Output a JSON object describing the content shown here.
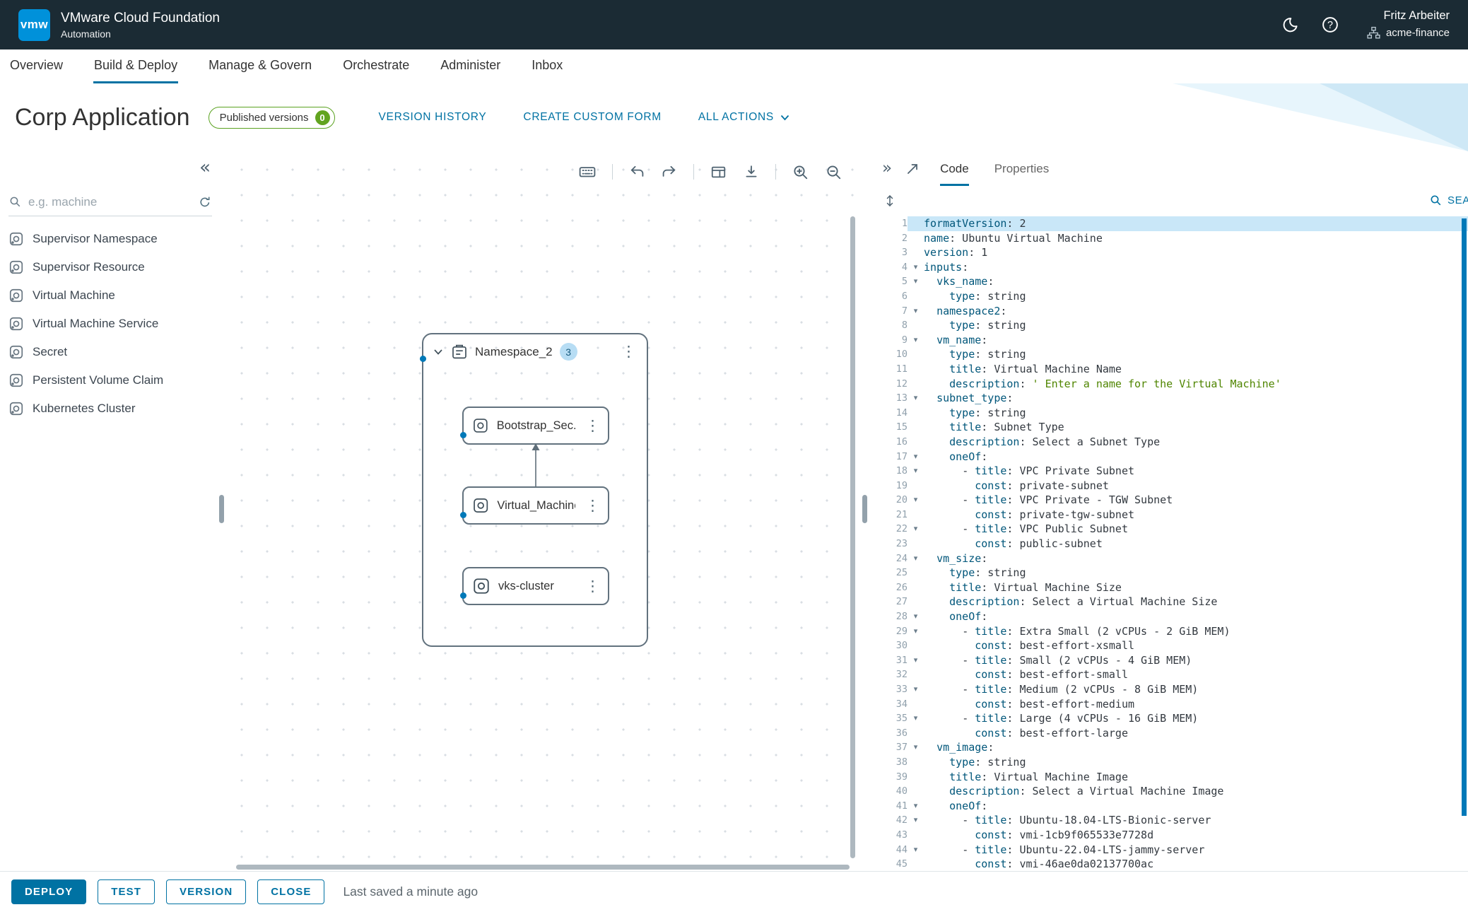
{
  "colors": {
    "header_bg": "#1b2b34",
    "brand_blue": "#0091da",
    "accent_blue": "#0072a3",
    "badge_green": "#62a420",
    "selection_blue": "#c9e7f8",
    "code_key": "#00567a",
    "code_string": "#4f8500",
    "node_border": "#62727e",
    "connector_dot": "#0079b8",
    "code_scrollbar": "#0079b8"
  },
  "header": {
    "logo_text": "vmw",
    "product": "VMware Cloud Foundation",
    "subtitle": "Automation",
    "user_name": "Fritz Arbeiter",
    "org_name": "acme-finance"
  },
  "nav": {
    "items": [
      {
        "label": "Overview",
        "active": false
      },
      {
        "label": "Build & Deploy",
        "active": true
      },
      {
        "label": "Manage & Govern",
        "active": false
      },
      {
        "label": "Orchestrate",
        "active": false
      },
      {
        "label": "Administer",
        "active": false
      },
      {
        "label": "Inbox",
        "active": false
      }
    ]
  },
  "page": {
    "title": "Corp Application",
    "published_badge": {
      "label": "Published versions",
      "count": "0"
    },
    "action_links": [
      "VERSION HISTORY",
      "CREATE CUSTOM FORM"
    ],
    "dropdown_label": "ALL ACTIONS"
  },
  "palette": {
    "search_placeholder": "e.g. machine",
    "items": [
      "Supervisor Namespace",
      "Supervisor Resource",
      "Virtual Machine",
      "Virtual Machine Service",
      "Secret",
      "Persistent Volume Claim",
      "Kubernetes Cluster"
    ]
  },
  "canvas": {
    "group_label": "Namespace_2",
    "group_count": "3",
    "nodes": [
      "Bootstrap_Sec...",
      "Virtual_Machine",
      "vks-cluster"
    ]
  },
  "code_panel": {
    "tabs": [
      {
        "label": "Code",
        "active": true
      },
      {
        "label": "Properties",
        "active": false
      }
    ],
    "search_label": "SEARCH",
    "active_line": 1,
    "lines": [
      {
        "n": 1,
        "t": "formatVersion: 2",
        "fold": false
      },
      {
        "n": 2,
        "t": "name: Ubuntu Virtual Machine",
        "fold": false
      },
      {
        "n": 3,
        "t": "version: 1",
        "fold": false
      },
      {
        "n": 4,
        "t": "inputs:",
        "fold": true
      },
      {
        "n": 5,
        "t": "  vks_name:",
        "fold": true
      },
      {
        "n": 6,
        "t": "    type: string",
        "fold": false
      },
      {
        "n": 7,
        "t": "  namespace2:",
        "fold": true
      },
      {
        "n": 8,
        "t": "    type: string",
        "fold": false
      },
      {
        "n": 9,
        "t": "  vm_name:",
        "fold": true
      },
      {
        "n": 10,
        "t": "    type: string",
        "fold": false
      },
      {
        "n": 11,
        "t": "    title: Virtual Machine Name",
        "fold": false
      },
      {
        "n": 12,
        "t": "    description: ' Enter a name for the Virtual Machine'",
        "fold": false
      },
      {
        "n": 13,
        "t": "  subnet_type:",
        "fold": true
      },
      {
        "n": 14,
        "t": "    type: string",
        "fold": false
      },
      {
        "n": 15,
        "t": "    title: Subnet Type",
        "fold": false
      },
      {
        "n": 16,
        "t": "    description: Select a Subnet Type",
        "fold": false
      },
      {
        "n": 17,
        "t": "    oneOf:",
        "fold": true
      },
      {
        "n": 18,
        "t": "      - title: VPC Private Subnet",
        "fold": true
      },
      {
        "n": 19,
        "t": "        const: private-subnet",
        "fold": false
      },
      {
        "n": 20,
        "t": "      - title: VPC Private - TGW Subnet",
        "fold": true
      },
      {
        "n": 21,
        "t": "        const: private-tgw-subnet",
        "fold": false
      },
      {
        "n": 22,
        "t": "      - title: VPC Public Subnet",
        "fold": true
      },
      {
        "n": 23,
        "t": "        const: public-subnet",
        "fold": false
      },
      {
        "n": 24,
        "t": "  vm_size:",
        "fold": true
      },
      {
        "n": 25,
        "t": "    type: string",
        "fold": false
      },
      {
        "n": 26,
        "t": "    title: Virtual Machine Size",
        "fold": false
      },
      {
        "n": 27,
        "t": "    description: Select a Virtual Machine Size",
        "fold": false
      },
      {
        "n": 28,
        "t": "    oneOf:",
        "fold": true
      },
      {
        "n": 29,
        "t": "      - title: Extra Small (2 vCPUs - 2 GiB MEM)",
        "fold": true
      },
      {
        "n": 30,
        "t": "        const: best-effort-xsmall",
        "fold": false
      },
      {
        "n": 31,
        "t": "      - title: Small (2 vCPUs - 4 GiB MEM)",
        "fold": true
      },
      {
        "n": 32,
        "t": "        const: best-effort-small",
        "fold": false
      },
      {
        "n": 33,
        "t": "      - title: Medium (2 vCPUs - 8 GiB MEM)",
        "fold": true
      },
      {
        "n": 34,
        "t": "        const: best-effort-medium",
        "fold": false
      },
      {
        "n": 35,
        "t": "      - title: Large (4 vCPUs - 16 GiB MEM)",
        "fold": true
      },
      {
        "n": 36,
        "t": "        const: best-effort-large",
        "fold": false
      },
      {
        "n": 37,
        "t": "  vm_image:",
        "fold": true
      },
      {
        "n": 38,
        "t": "    type: string",
        "fold": false
      },
      {
        "n": 39,
        "t": "    title: Virtual Machine Image",
        "fold": false
      },
      {
        "n": 40,
        "t": "    description: Select a Virtual Machine Image",
        "fold": false
      },
      {
        "n": 41,
        "t": "    oneOf:",
        "fold": true
      },
      {
        "n": 42,
        "t": "      - title: Ubuntu-18.04-LTS-Bionic-server",
        "fold": true
      },
      {
        "n": 43,
        "t": "        const: vmi-1cb9f065533e7728d",
        "fold": false
      },
      {
        "n": 44,
        "t": "      - title: Ubuntu-22.04-LTS-jammy-server",
        "fold": true
      },
      {
        "n": 45,
        "t": "        const: vmi-46ae0da02137700ac",
        "fold": false
      }
    ]
  },
  "footer": {
    "buttons": [
      {
        "label": "DEPLOY",
        "primary": true
      },
      {
        "label": "TEST",
        "primary": false
      },
      {
        "label": "VERSION",
        "primary": false
      },
      {
        "label": "CLOSE",
        "primary": false
      }
    ],
    "status": "Last saved a minute ago"
  }
}
